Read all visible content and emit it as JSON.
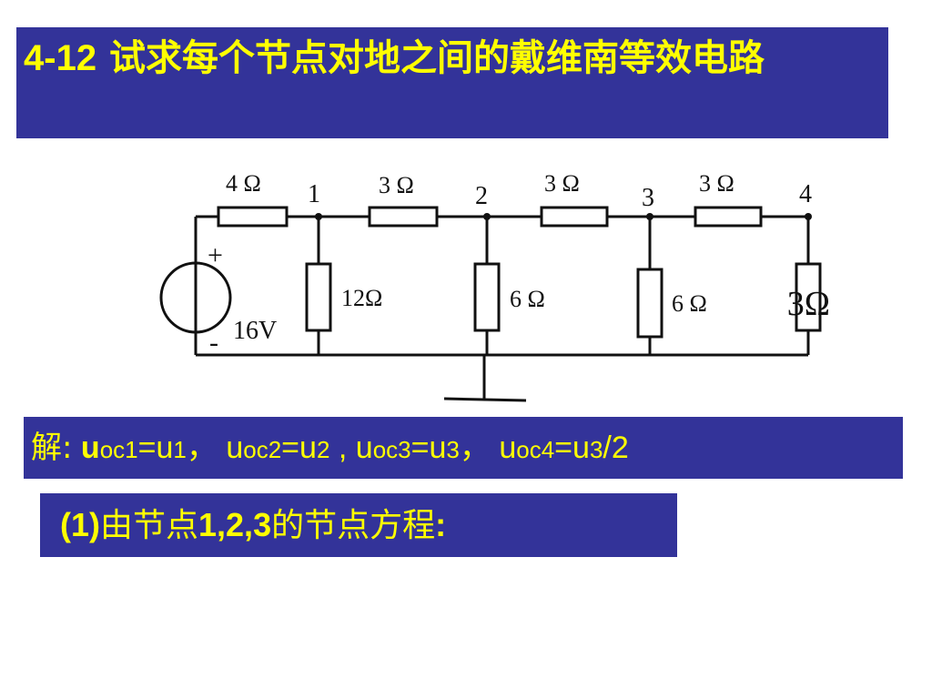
{
  "title": {
    "number": "4-12",
    "text": "试求每个节点对地之间的戴维南等效电路"
  },
  "circuit": {
    "source_voltage": "16V",
    "source_plus": "+",
    "source_minus": "-",
    "series_resistors": [
      "4 Ω",
      "3 Ω",
      "3 Ω",
      "3 Ω"
    ],
    "shunt_resistors": [
      "12Ω",
      "6 Ω",
      "6 Ω",
      "3Ω"
    ],
    "nodes": [
      "1",
      "2",
      "3",
      "4"
    ]
  },
  "solution": {
    "prefix": "解:",
    "terms": [
      {
        "lhs": "u",
        "lhs_sub": "oc1",
        "eq": "=",
        "rhs": "u",
        "rhs_sub": "1",
        "sep": "，"
      },
      {
        "lhs": "u",
        "lhs_sub": "oc2",
        "eq": "=",
        "rhs": "u",
        "rhs_sub": "2",
        "sep": " , "
      },
      {
        "lhs": "u",
        "lhs_sub": "oc3",
        "eq": "=",
        "rhs": "u",
        "rhs_sub": "3",
        "sep": "，"
      },
      {
        "lhs": "u",
        "lhs_sub": "oc4",
        "eq": "=",
        "rhs": "u",
        "rhs_sub": "3",
        "sep": "/2"
      }
    ]
  },
  "step1": {
    "label": "(1)",
    "text1": "由节点",
    "nodes": "1,2,3",
    "text2": "的节点方程",
    "colon": ":"
  },
  "colors": {
    "box": "#333399",
    "text": "#ffff00",
    "wire": "#111111"
  }
}
